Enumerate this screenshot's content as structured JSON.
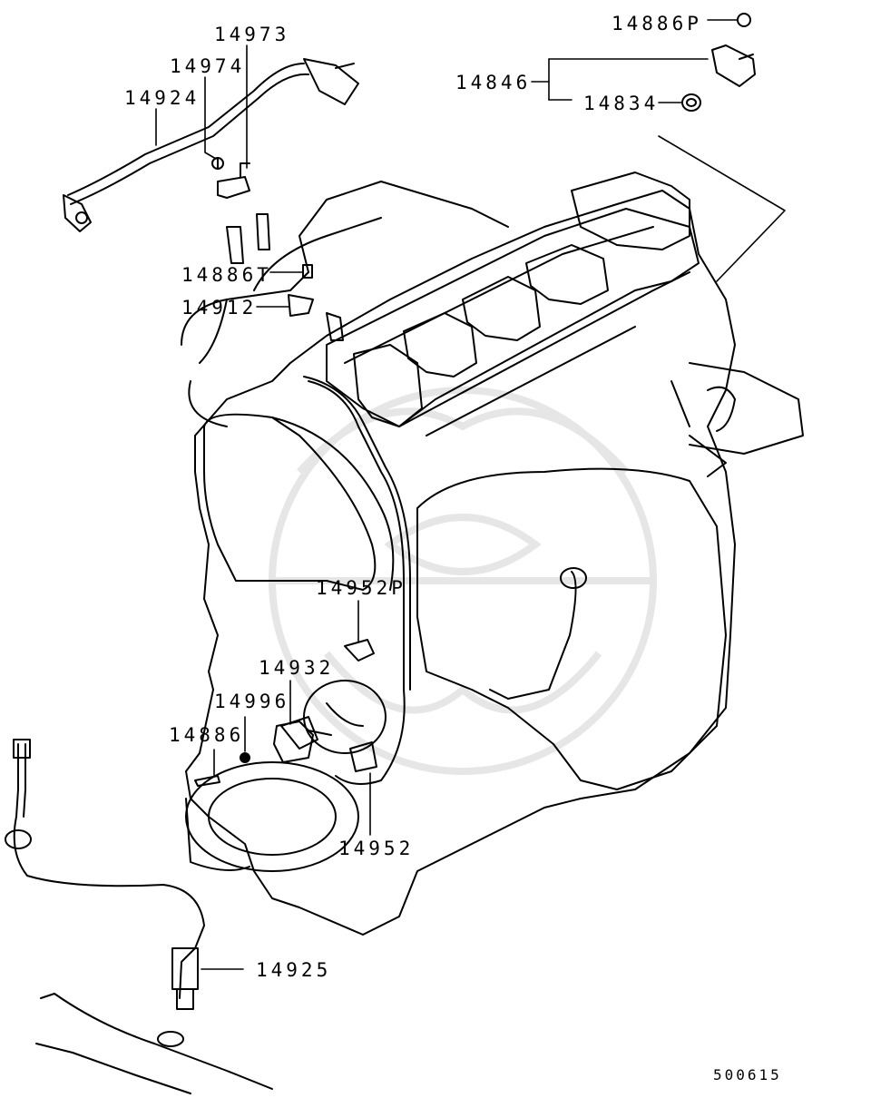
{
  "diagram": {
    "parts": {
      "p14973": "14973",
      "p14974": "14974",
      "p14924": "14924",
      "p14886P": "14886P",
      "p14846": "14846",
      "p14834": "14834",
      "p14886T": "14886T",
      "p14912": "14912",
      "p14952P": "14952P",
      "p14932": "14932",
      "p14996": "14996",
      "p14886": "14886",
      "p14952": "14952",
      "p14925": "14925"
    },
    "drawing_code": "500615"
  },
  "colors": {
    "line": "#000000",
    "watermark": "#e6e6e6"
  }
}
